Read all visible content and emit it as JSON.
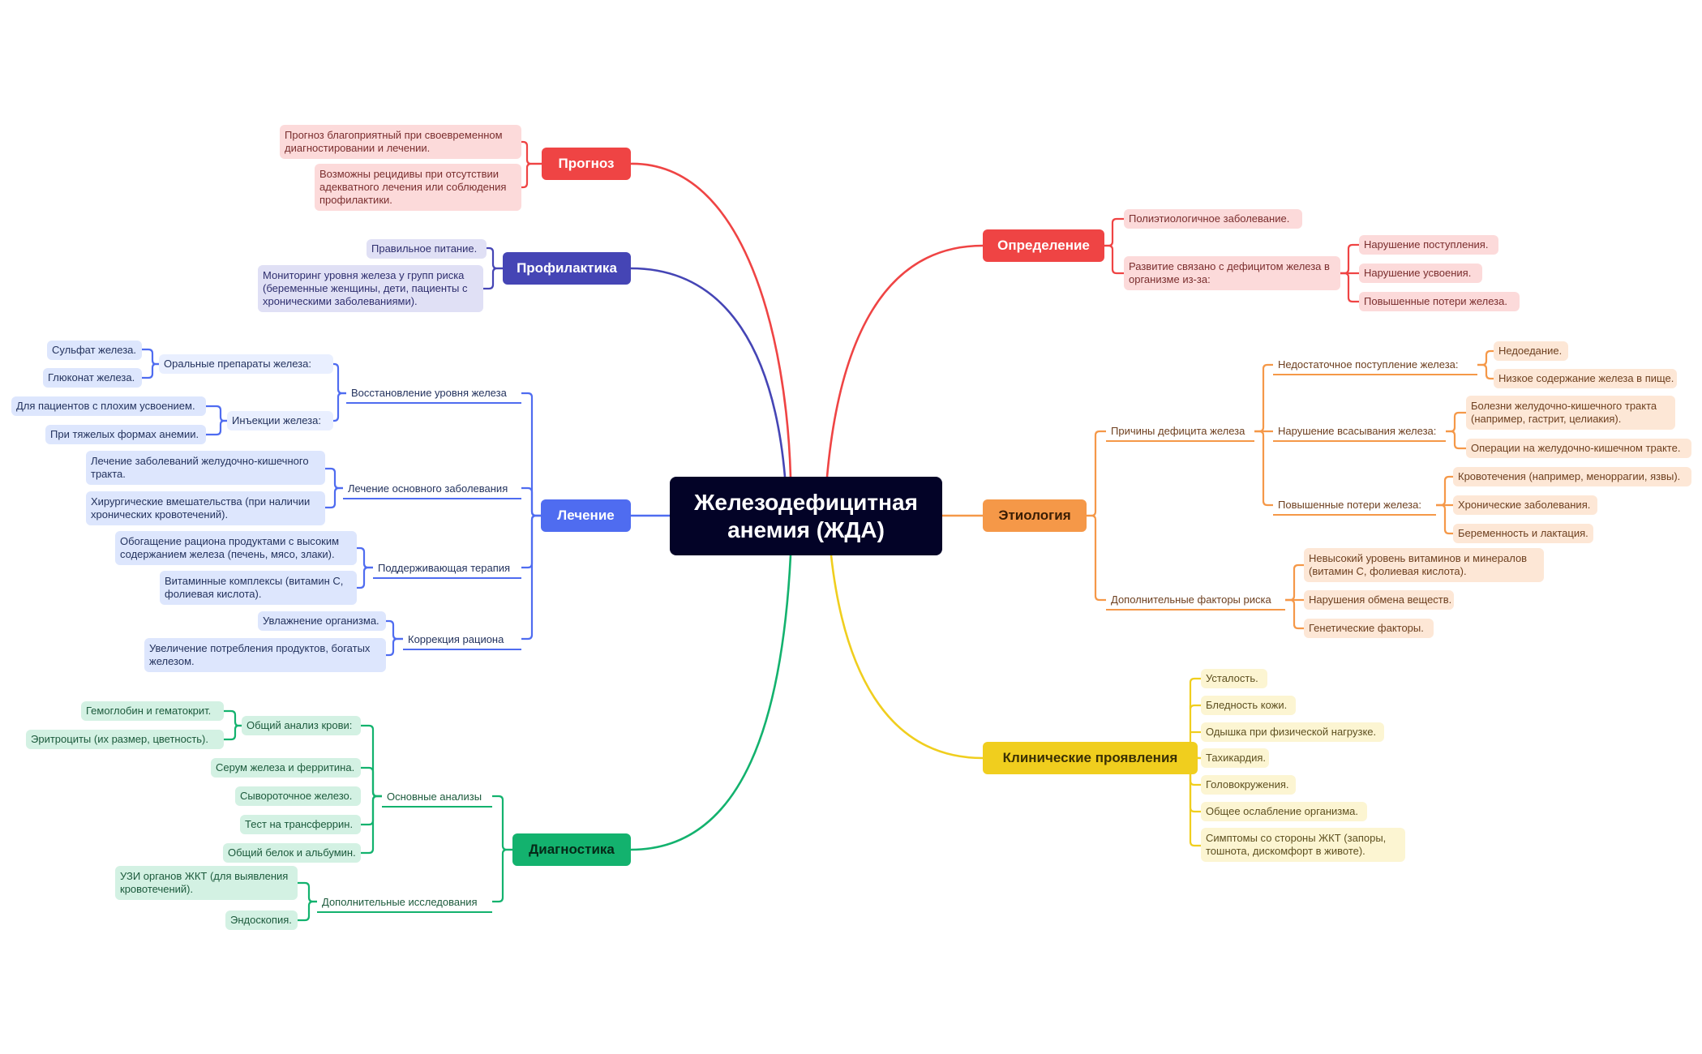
{
  "root": {
    "title": "Железодефицитная анемия (ЖДА)"
  },
  "colors": {
    "red": "#ef4444",
    "purple": "#4545b5",
    "blue": "#4f6cf0",
    "green": "#13b26e",
    "orange": "#f59848",
    "yellow": "#f0ce1e",
    "root": "#030327"
  },
  "left": {
    "prognosis": {
      "label": "Прогноз",
      "items": [
        "Прогноз благоприятный при своевременном диагностировании и лечении.",
        "Возможны рецидивы при отсутствии адекватного лечения или соблюдения профилактики."
      ]
    },
    "prevention": {
      "label": "Профилактика",
      "items": [
        "Правильное питание.",
        "Мониторинг уровня железа у групп риска (беременные женщины, дети, пациенты с хроническими заболеваниями)."
      ]
    },
    "treatment": {
      "label": "Лечение",
      "restore": {
        "label": "Восстановление уровня железа",
        "oral": {
          "label": "Оральные препараты железа:",
          "items": [
            "Сульфат железа.",
            "Глюконат железа."
          ]
        },
        "inject": {
          "label": "Инъекции железа:",
          "items": [
            "Для пациентов с плохим усвоением.",
            "При тяжелых формах анемии."
          ]
        }
      },
      "underlying": {
        "label": "Лечение основного заболевания",
        "items": [
          "Лечение заболеваний желудочно-кишечного тракта.",
          "Хирургические вмешательства (при наличии хронических кровотечений)."
        ]
      },
      "support": {
        "label": "Поддерживающая терапия",
        "items": [
          "Обогащение рациона продуктами с высоким содержанием железа (печень, мясо, злаки).",
          "Витаминные комплексы (витамин С, фолиевая кислота)."
        ]
      },
      "diet": {
        "label": "Коррекция рациона",
        "items": [
          "Увлажнение организма.",
          "Увеличение потребления продуктов, богатых железом."
        ]
      }
    },
    "diagnostics": {
      "label": "Диагностика",
      "basic": {
        "label": "Основные анализы",
        "cbc": {
          "label": "Общий анализ крови:",
          "items": [
            "Гемоглобин и гематокрит.",
            "Эритроциты (их размер, цветность)."
          ]
        },
        "items": [
          "Серум железа и ферритина.",
          "Сывороточное железо.",
          "Тест на трансферрин.",
          "Общий белок и альбумин."
        ]
      },
      "extra": {
        "label": "Дополнительные исследования",
        "items": [
          "УЗИ органов ЖКТ (для выявления кровотечений).",
          "Эндоскопия."
        ]
      }
    }
  },
  "right": {
    "definition": {
      "label": "Определение",
      "items": [
        "Полиэтиологичное заболевание."
      ],
      "dev": {
        "label": "Развитие связано с дефицитом железа в организме из-за:",
        "items": [
          "Нарушение поступления.",
          "Нарушение усвоения.",
          "Повышенные потери железа."
        ]
      }
    },
    "etiology": {
      "label": "Этиология",
      "causes": {
        "label": "Причины дефицита железа",
        "intake": {
          "label": "Недостаточное поступление железа:",
          "items": [
            "Недоедание.",
            "Низкое содержание железа в пище."
          ]
        },
        "absorb": {
          "label": "Нарушение всасывания железа:",
          "items": [
            "Болезни желудочно-кишечного тракта (например, гастрит, целиакия).",
            "Операции на желудочно-кишечном тракте."
          ]
        },
        "loss": {
          "label": "Повышенные потери железа:",
          "items": [
            "Кровотечения (например, меноррагии, язвы).",
            "Хронические заболевания.",
            "Беременность и лактация."
          ]
        }
      },
      "risk": {
        "label": "Дополнительные факторы риска",
        "items": [
          "Невысокий уровень витаминов и минералов (витамин С, фолиевая кислота).",
          "Нарушения обмена веществ.",
          "Генетические факторы."
        ]
      }
    },
    "clinical": {
      "label": "Клинические проявления",
      "items": [
        "Усталость.",
        "Бледность кожи.",
        "Одышка при физической нагрузке.",
        "Тахикардия.",
        "Головокружения.",
        "Общее ослабление организма.",
        "Симптомы со стороны ЖКТ (запоры, тошнота, дискомфорт в животе)."
      ]
    }
  }
}
